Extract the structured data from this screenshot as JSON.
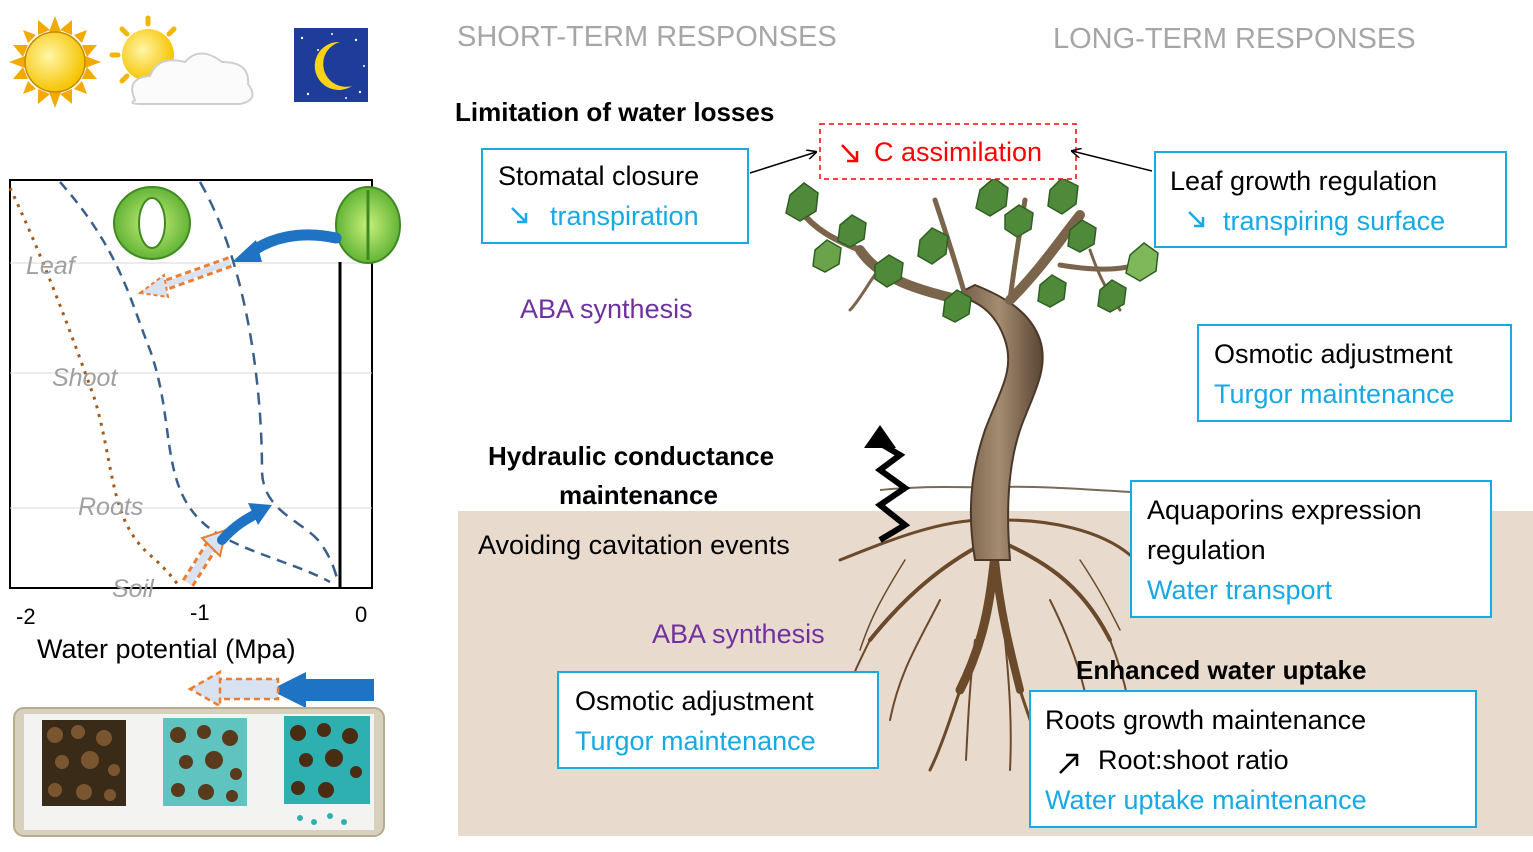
{
  "headers": {
    "short_term": "SHORT-TERM RESPONSES",
    "long_term": "LONG-TERM RESPONSES"
  },
  "short_term": {
    "limitation_title": "Limitation of water losses",
    "stomatal_closure": "Stomatal closure",
    "transpiration": "transpiration",
    "aba_synthesis_leaf": "ABA synthesis",
    "hydraulic_title_line1": "Hydraulic conductance",
    "hydraulic_title_line2": "maintenance",
    "avoiding_cavitation": "Avoiding cavitation events",
    "aba_synthesis_root": "ABA synthesis",
    "osmotic_adjustment_root": "Osmotic adjustment",
    "turgor_maintenance_root": "Turgor maintenance"
  },
  "center": {
    "c_assimilation": "C assimilation"
  },
  "long_term": {
    "leaf_growth_regulation": "Leaf growth regulation",
    "transpiring_surface": "transpiring surface",
    "osmotic_adjustment_leaf": "Osmotic adjustment",
    "turgor_maintenance_leaf": "Turgor maintenance",
    "aquaporins_line1": "Aquaporins expression",
    "aquaporins_line2": "regulation",
    "water_transport": "Water transport",
    "enhanced_uptake_title": "Enhanced water uptake",
    "roots_growth": "Roots growth maintenance",
    "root_shoot_ratio": "Root:shoot ratio",
    "water_uptake_maintenance": "Water uptake maintenance"
  },
  "potential_chart": {
    "levels": [
      "Leaf",
      "Shoot",
      "Roots",
      "Soil"
    ],
    "x_ticks": [
      "-2",
      "-1",
      "0"
    ],
    "x_label": "Water potential (Mpa)"
  },
  "colors": {
    "box_border": "#17a9e3",
    "blue_text": "#17a9e3",
    "purple_text": "#7030a0",
    "red_text": "#ff0000",
    "header_gray": "#a6a6a6",
    "soil_fill": "#e8dacd",
    "dashed_curve": "#3b5f8c",
    "dotted_curve": "#a55a1e",
    "arrow_blue": "#1f73c4",
    "arrow_orange": "#ed7d31"
  },
  "icons": [
    "sun-icon",
    "sun-cloud-icon",
    "moon-stars-icon",
    "stomata-open-icon",
    "stomata-closed-icon",
    "soil-samples-icon",
    "grapevine-illustration"
  ]
}
